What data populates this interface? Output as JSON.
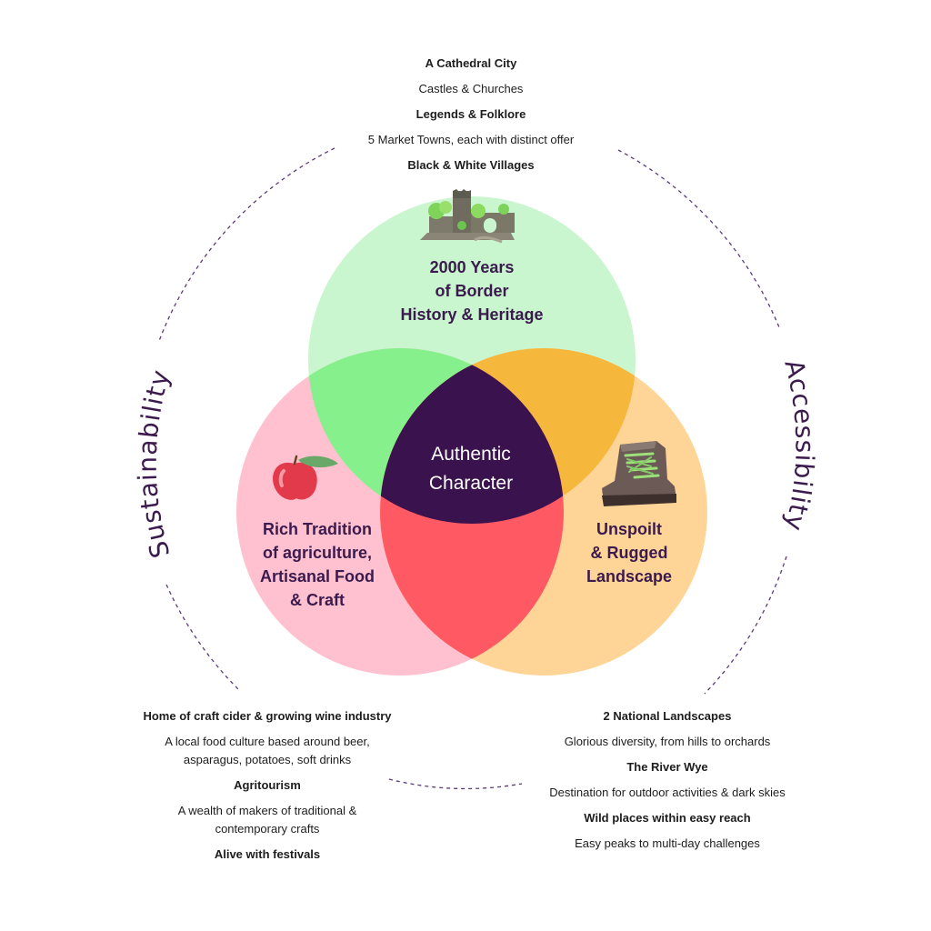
{
  "colors": {
    "circle_top": "#c9f6cf",
    "circle_left": "#ffc1cf",
    "circle_right": "#ffd597",
    "overlap_top_left": "#85f08c",
    "overlap_top_right": "#f6b73d",
    "overlap_left_right": "#ff5a63",
    "center": "#3a124d",
    "heading": "#3b1a4e",
    "dashed_arc": "#5a3a78"
  },
  "icons": {
    "top": "castle-ruin-icon",
    "left": "apple-icon",
    "right": "hiking-boot-icon"
  },
  "top_list": [
    {
      "text": "A Cathedral City",
      "bold": true
    },
    {
      "text": "Castles & Churches",
      "bold": false
    },
    {
      "text": "Legends & Folklore",
      "bold": true
    },
    {
      "text": "5 Market Towns, each with distinct offer",
      "bold": false
    },
    {
      "text": "Black & White Villages",
      "bold": true
    }
  ],
  "left_list": [
    {
      "text": "Home of craft cider & growing wine industry",
      "bold": true
    },
    {
      "text": "A local food culture based around beer, asparagus, potatoes, soft drinks",
      "bold": false
    },
    {
      "text": "Agritourism",
      "bold": true
    },
    {
      "text": "A wealth of makers of traditional & contemporary crafts",
      "bold": false
    },
    {
      "text": "Alive with festivals",
      "bold": true
    }
  ],
  "right_list": [
    {
      "text": "2 National Landscapes",
      "bold": true
    },
    {
      "text": "Glorious diversity, from hills to orchards",
      "bold": false
    },
    {
      "text": "The River Wye",
      "bold": true
    },
    {
      "text": "Destination for outdoor activities & dark skies",
      "bold": false
    },
    {
      "text": "Wild places within easy reach",
      "bold": true
    },
    {
      "text": "Easy peaks to multi-day challenges",
      "bold": false
    }
  ],
  "circle_labels": {
    "top": [
      "2000 Years",
      "of Border",
      "History & Heritage"
    ],
    "left": [
      "Rich Tradition",
      "of agriculture,",
      "Artisanal Food",
      "& Craft"
    ],
    "right": [
      "Unspoilt",
      "& Rugged",
      "Landscape"
    ]
  },
  "center_label": [
    "Authentic",
    "Character"
  ],
  "side_labels": {
    "left": "Sustainability",
    "right": "Accessibility"
  }
}
